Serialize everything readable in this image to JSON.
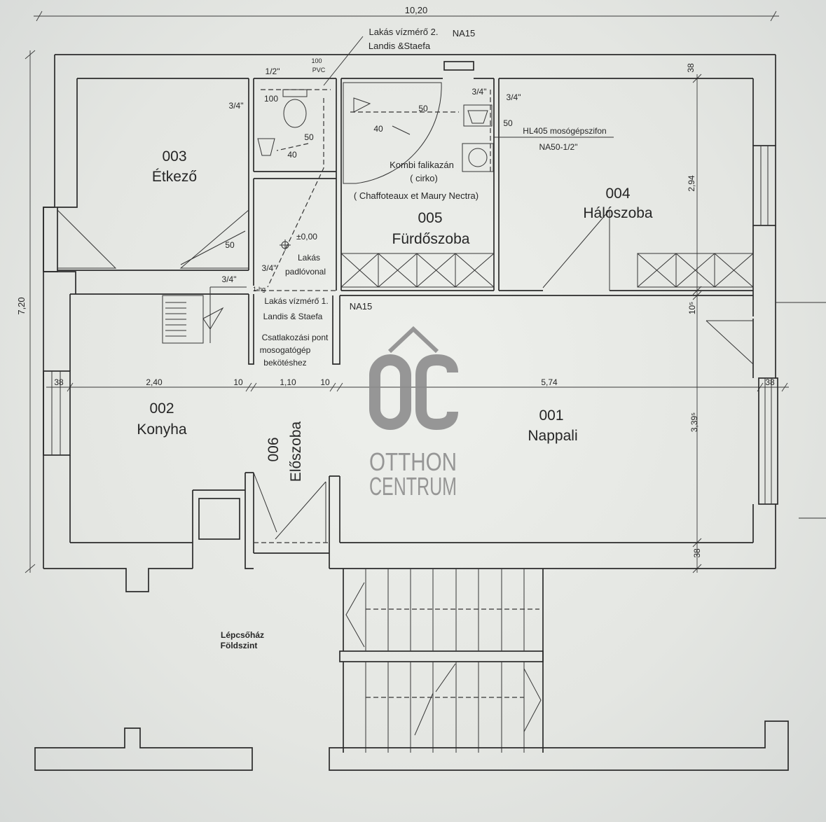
{
  "colors": {
    "paper": "#e6e8e4",
    "ink": "#2b2b2b",
    "watermark": "#8d8d8d"
  },
  "dimensions": {
    "overall_width": "10,20",
    "overall_height": "7,20",
    "row": {
      "left_wall": "38",
      "konyha_width": "2,40",
      "wall_1": "10",
      "eloszoba_width": "1,10",
      "wall_2": "10",
      "nappali_width": "5,74",
      "right_wall": "38"
    },
    "column": {
      "top_wall": "38",
      "haloszoba_depth": "2,94",
      "mid_wall": "10⁵",
      "nappali_depth": "3,39⁵",
      "bottom_wall": "38"
    }
  },
  "rooms": {
    "etkezo": {
      "number": "003",
      "name": "Étkező"
    },
    "furdoszoba": {
      "number": "005",
      "name": "Fürdőszoba"
    },
    "haloszoba": {
      "number": "004",
      "name": "Hálószoba"
    },
    "konyha": {
      "number": "002",
      "name": "Konyha"
    },
    "eloszoba": {
      "number": "006",
      "name": "Előszoba"
    },
    "nappali": {
      "number": "001",
      "name": "Nappali"
    }
  },
  "annotations": {
    "water_meter_2": {
      "line1": "Lakás vízmérő 2.",
      "line2": "Landis &Staefa"
    },
    "na15_top": "NA15",
    "pvc": {
      "size": "100",
      "material": "PVC"
    },
    "pipe_half_inch": "1/2\"",
    "wc_feed": "3/4\"",
    "wc_drain": "100",
    "wc_branch_50": "50",
    "wc_sink_40": "40",
    "bath_feed_a": "3/4\"",
    "bath_feed_b": "3/4\"",
    "bath_drain_50": "50",
    "bath_sink_40": "40",
    "siphon_50": "50",
    "siphon": {
      "line1": "HL405 mosógépszifon",
      "line2": "NA50-1/2\""
    },
    "boiler": {
      "line1": "Kombi falikazán",
      "line2": "( cirko)",
      "line3": "( Chaffoteaux et Maury Nectra)"
    },
    "kitchen_drain_50": "50",
    "floor_level": {
      "value": "±0,00",
      "line1": "Lakás",
      "line2": "padlóvonal"
    },
    "hall_feed_a": "3/4\"",
    "hall_feed_b": "3/4\"",
    "hg": "1-hg",
    "water_meter_1": {
      "line1": "Lakás vízmérő 1.",
      "line2": "Landis & Staefa"
    },
    "na15_hall": "NA15",
    "dishwasher": {
      "line1": "Csatlakozási pont",
      "line2": "mosogatógép",
      "line3": "bekötéshez"
    }
  },
  "stairwell": {
    "line1": "Lépcsőház",
    "line2": "Földszint"
  },
  "watermark": {
    "monogram": "OC",
    "line1": "OTTHON",
    "line2": "CENTRUM"
  }
}
